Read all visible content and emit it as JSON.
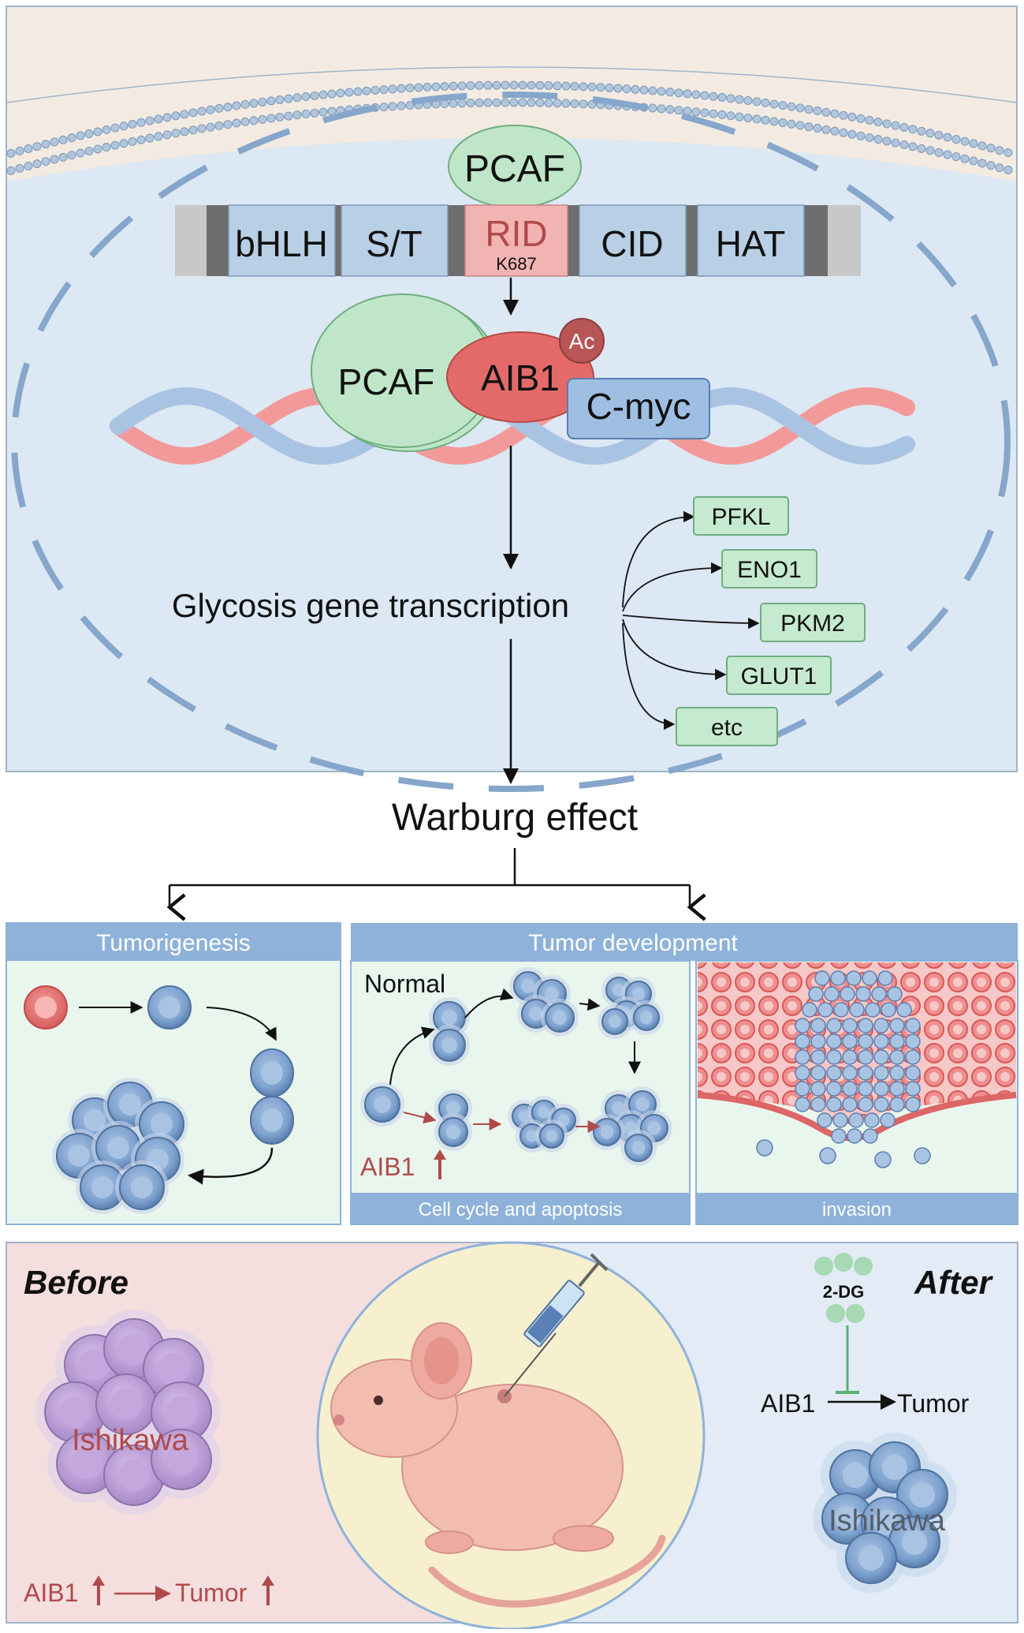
{
  "nucleus": {
    "pcaf_top": "PCAF",
    "domains": [
      "bHLH",
      "S/T",
      "RID",
      "CID",
      "HAT"
    ],
    "rid_site": "K687",
    "complex": {
      "pcaf": "PCAF",
      "aib1": "AIB1",
      "ac": "Ac",
      "cmyc": "C-myc"
    },
    "transcription_label": "Glycosis gene transcription",
    "genes": [
      "PFKL",
      "ENO1",
      "PKM2",
      "GLUT1",
      "etc"
    ]
  },
  "warburg_label": "Warburg effect",
  "tumorigenesis": {
    "title": "Tumorigenesis"
  },
  "development": {
    "title": "Tumor development",
    "normal_label": "Normal",
    "aib1_label": "AIB1",
    "cell_cycle_label": "Cell cycle and apoptosis",
    "invasion_label": "invasion"
  },
  "experiment": {
    "before_label": "Before",
    "after_label": "After",
    "cell_line_before": "Ishikawa",
    "cell_line_after": "Ishikawa",
    "before_aib1": "AIB1",
    "before_tumor": "Tumor",
    "drug": "2-DG",
    "after_aib1": "AIB1",
    "after_tumor": "Tumor"
  },
  "colors": {
    "cytoplasm": "#f3ebe1",
    "nucleus": "#dce8f3",
    "domain_blue": "#b9cfe5",
    "rid_pink": "#f2b3b3",
    "pcaf_green": "#bfe6c8",
    "aib1_red": "#e46a6a",
    "gene_box": "#c6ead0",
    "header_blue": "#8eb2d9",
    "panel_green": "#e9f6ee",
    "before_bg": "#f5dede",
    "after_bg": "#e2ebf6",
    "accent_red": "#b04a4a"
  }
}
